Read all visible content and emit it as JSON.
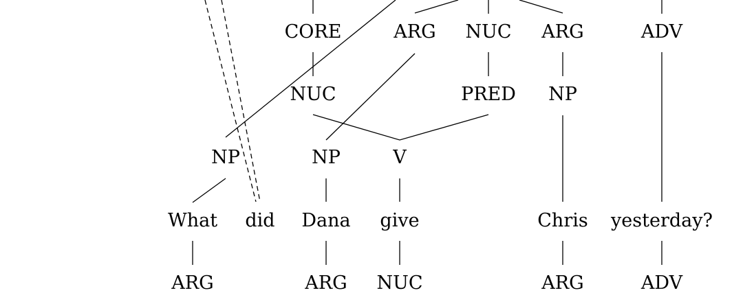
{
  "tree": {
    "nodes": {
      "core": "CORE",
      "arg_upper_1": "ARG",
      "nuc_upper": "NUC",
      "arg_upper_2": "ARG",
      "adv_upper": "ADV",
      "nuc_mid": "NUC",
      "pred": "PRED",
      "np_chris": "NP",
      "np_what": "NP",
      "np_dana": "NP",
      "v": "V"
    },
    "words": [
      "What",
      "did",
      "Dana",
      "give",
      "Chris",
      "yesterday?"
    ],
    "operator_labels": [
      "ARG",
      "ARG",
      "NUC",
      "ARG",
      "ADV"
    ]
  }
}
